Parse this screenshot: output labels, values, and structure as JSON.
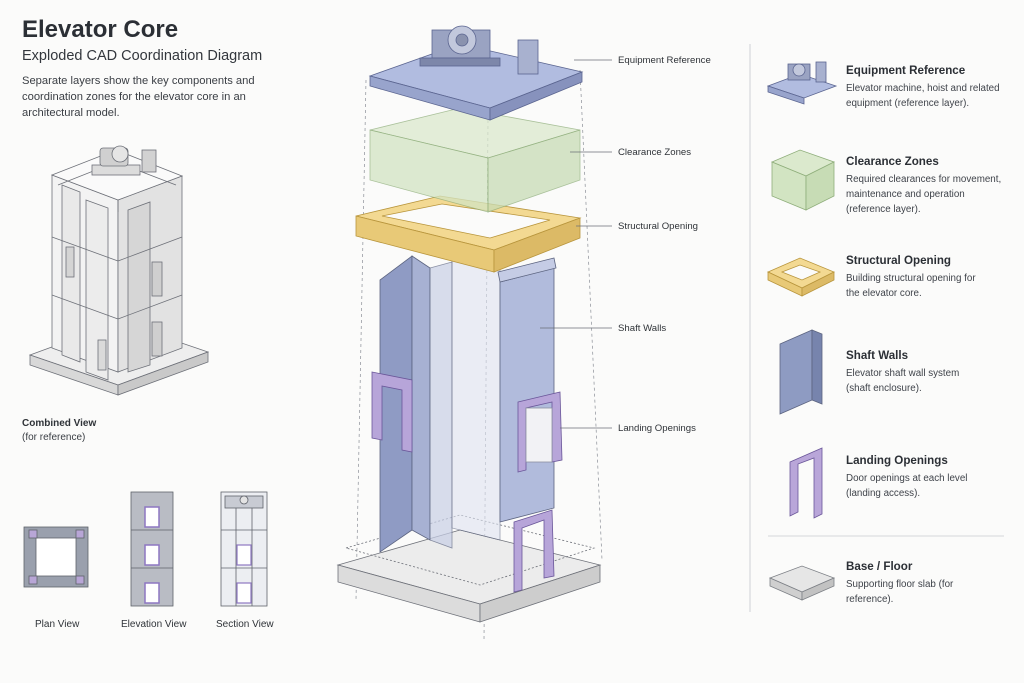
{
  "header": {
    "title": "Elevator Core",
    "subtitle": "Exploded CAD Coordination Diagram",
    "description": "Separate layers show the key components and coordination zones for the elevator core in an architectural model."
  },
  "combined_view": {
    "label": "Combined View",
    "note": "(for reference)"
  },
  "small_views": [
    {
      "label": "Plan View"
    },
    {
      "label": "Elevation View"
    },
    {
      "label": "Section View"
    }
  ],
  "callouts": [
    {
      "label": "Equipment Reference"
    },
    {
      "label": "Clearance Zones"
    },
    {
      "label": "Structural Opening"
    },
    {
      "label": "Shaft Walls"
    },
    {
      "label": "Landing Openings"
    }
  ],
  "legend": [
    {
      "title": "Equipment Reference",
      "desc": "Elevator machine, hoist and related equipment (reference layer).",
      "color": "#aab5d9",
      "icon": "machine-icon"
    },
    {
      "title": "Clearance Zones",
      "desc": "Required clearances for movement, maintenance and operation (reference layer).",
      "color": "#d7e6c8",
      "icon": "clearance-box-icon"
    },
    {
      "title": "Structural Opening",
      "desc": "Building structural opening for the elevator core.",
      "color": "#f0d693",
      "icon": "opening-frame-icon"
    },
    {
      "title": "Shaft Walls",
      "desc": "Elevator shaft wall system (shaft enclosure).",
      "color": "#8e9bc2",
      "icon": "wall-panel-icon"
    },
    {
      "title": "Landing Openings",
      "desc": "Door openings at each level (landing access).",
      "color": "#b9a6d9",
      "icon": "door-frame-icon"
    },
    {
      "title": "Base / Floor",
      "desc": "Supporting floor slab (for reference).",
      "color": "#dcdcdc",
      "icon": "slab-icon"
    }
  ]
}
